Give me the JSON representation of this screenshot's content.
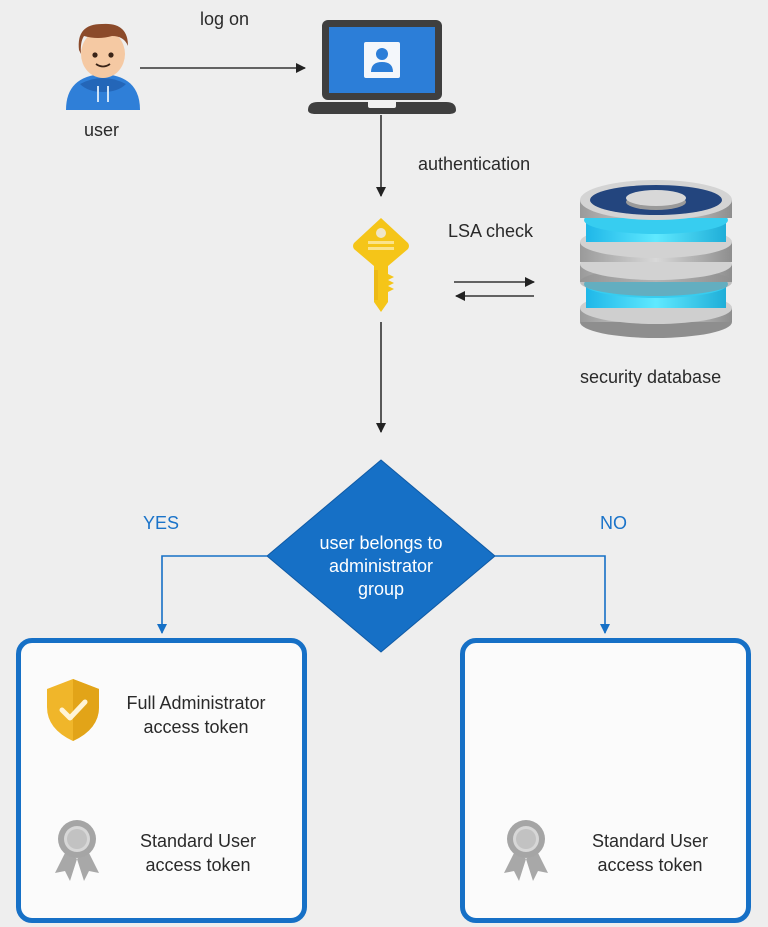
{
  "nodes": {
    "user": {
      "label": "user",
      "icon": "user-avatar-icon"
    },
    "computer": {
      "icon": "laptop-login-icon"
    },
    "key": {
      "icon": "key-icon"
    },
    "database": {
      "label": "security database",
      "icon": "database-icon"
    },
    "decision": {
      "lines": [
        "user belongs to",
        "administrator",
        "group"
      ]
    }
  },
  "edges": {
    "log_on": "log on",
    "authentication": "authentication",
    "lsa_check": "LSA check",
    "yes": "YES",
    "no": "NO"
  },
  "boxes": {
    "admin": {
      "tokens": [
        {
          "icon": "shield-check-icon",
          "line1": "Full Administrator",
          "line2": "access token"
        },
        {
          "icon": "award-ribbon-icon",
          "line1": "Standard User",
          "line2": "access token"
        }
      ]
    },
    "standard": {
      "tokens": [
        {
          "icon": "award-ribbon-icon",
          "line1": "Standard User",
          "line2": "access token"
        }
      ]
    }
  },
  "colors": {
    "background": "#eeeeee",
    "accent_blue": "#1670c6",
    "key_yellow": "#f5c518",
    "db_cyan": "#3fe0ff",
    "arrow": "#333333"
  }
}
